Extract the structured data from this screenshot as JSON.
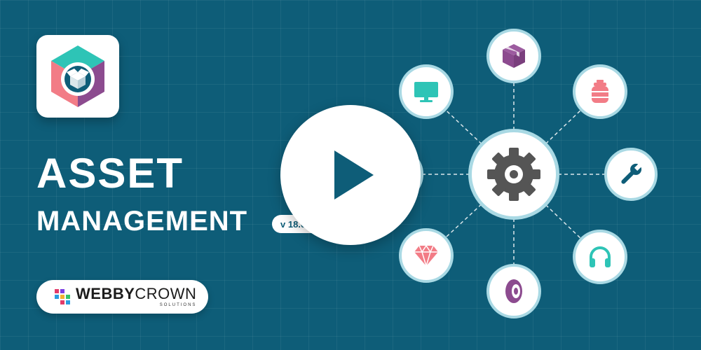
{
  "title": {
    "line1": "ASSET",
    "line2": "MANAGEMENT"
  },
  "version": "v 18.0",
  "brand": {
    "part1": "WEBBY",
    "part2": "CROWN",
    "sub": "SOLUTIONS"
  },
  "colors": {
    "background": "#0e5d78",
    "teal": "#2ec4b6",
    "pink": "#f27c86",
    "purple": "#8c4b8f",
    "dark": "#555555"
  },
  "icons": {
    "center": "gear-icon",
    "nodes": [
      "monitor-icon",
      "package-icon",
      "gas-cylinder-icon",
      "wrench-icon",
      "headphones-icon",
      "tire-icon",
      "diamond-icon"
    ],
    "overlay": "play-icon"
  }
}
